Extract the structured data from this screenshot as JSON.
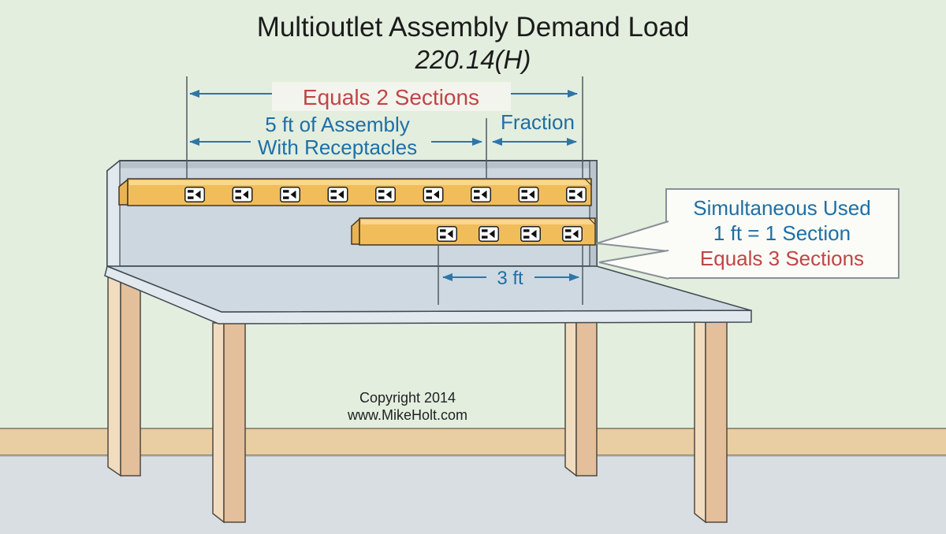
{
  "title": {
    "line1": "Multioutlet Assembly Demand Load",
    "code": "220.14(H)"
  },
  "dimensions": {
    "equals_two_sections": "Equals 2 Sections",
    "five_ft_line1": "5 ft of Assembly",
    "five_ft_line2": "With Receptacles",
    "fraction": "Fraction",
    "three_ft": "3 ft"
  },
  "callout": {
    "line1": "Simultaneous Used",
    "line2": "1 ft = 1 Section",
    "line3": "Equals 3 Sections"
  },
  "assemblies": {
    "top_strip": {
      "receptacle_count": 9
    },
    "bottom_strip": {
      "receptacle_count": 4
    }
  },
  "footer": {
    "line1": "Copyright 2014",
    "line2": "www.MikeHolt.com"
  },
  "colors": {
    "blue_text": "#1e6fa5",
    "red_text": "#c04545",
    "arrow_blue": "#2d76a8",
    "strip_yellow": "#f1bd5b",
    "wall_green": "#e3eedf",
    "title_black": "#1b1b1b"
  }
}
